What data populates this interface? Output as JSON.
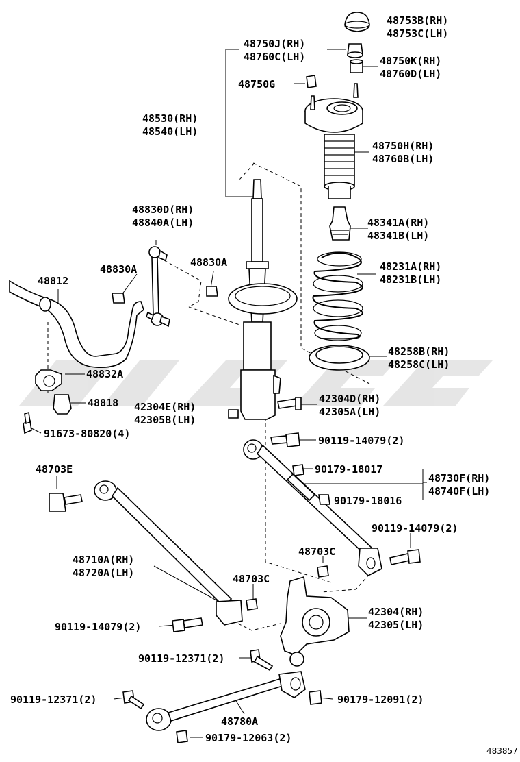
{
  "diagram_ref": "483857",
  "labels": {
    "l48753": [
      "48753B(RH)",
      "48753C(LH)"
    ],
    "l48750j": [
      "48750J(RH)",
      "48760C(LH)"
    ],
    "l48750k": [
      "48750K(RH)",
      "48760D(LH)"
    ],
    "l48750g": [
      "48750G"
    ],
    "l48530": [
      "48530(RH)",
      "48540(LH)"
    ],
    "l48750h": [
      "48750H(RH)",
      "48760B(LH)"
    ],
    "l48830d": [
      "48830D(RH)",
      "48840A(LH)"
    ],
    "l48341": [
      "48341A(RH)",
      "48341B(LH)"
    ],
    "l48830a1": [
      "48830A"
    ],
    "l48830a2": [
      "48830A"
    ],
    "l48812": [
      "48812"
    ],
    "l48231": [
      "48231A(RH)",
      "48231B(LH)"
    ],
    "l48258": [
      "48258B(RH)",
      "48258C(LH)"
    ],
    "l48832": [
      "48832A"
    ],
    "l48818": [
      "48818"
    ],
    "l42304e": [
      "42304E(RH)",
      "42305B(LH)"
    ],
    "l42304d": [
      "42304D(RH)",
      "42305A(LH)"
    ],
    "l91673": [
      "91673-80820(4)"
    ],
    "l90119a": [
      "90119-14079(2)"
    ],
    "l48703e": [
      "48703E"
    ],
    "l90179a": [
      "90179-18017"
    ],
    "l48730": [
      "48730F(RH)",
      "48740F(LH)"
    ],
    "l90179b": [
      "90179-18016"
    ],
    "l90119b": [
      "90119-14079(2)"
    ],
    "l48703c1": [
      "48703C"
    ],
    "l48710": [
      "48710A(RH)",
      "48720A(LH)"
    ],
    "l48703c2": [
      "48703C"
    ],
    "l42304": [
      "42304(RH)",
      "42305(LH)"
    ],
    "l90119c": [
      "90119-14079(2)"
    ],
    "l90119d": [
      "90119-12371(2)"
    ],
    "l90119e": [
      "90119-12371(2)"
    ],
    "l90179c": [
      "90179-12091(2)"
    ],
    "l48780": [
      "48780A"
    ],
    "l90179d": [
      "90179-12063(2)"
    ]
  }
}
